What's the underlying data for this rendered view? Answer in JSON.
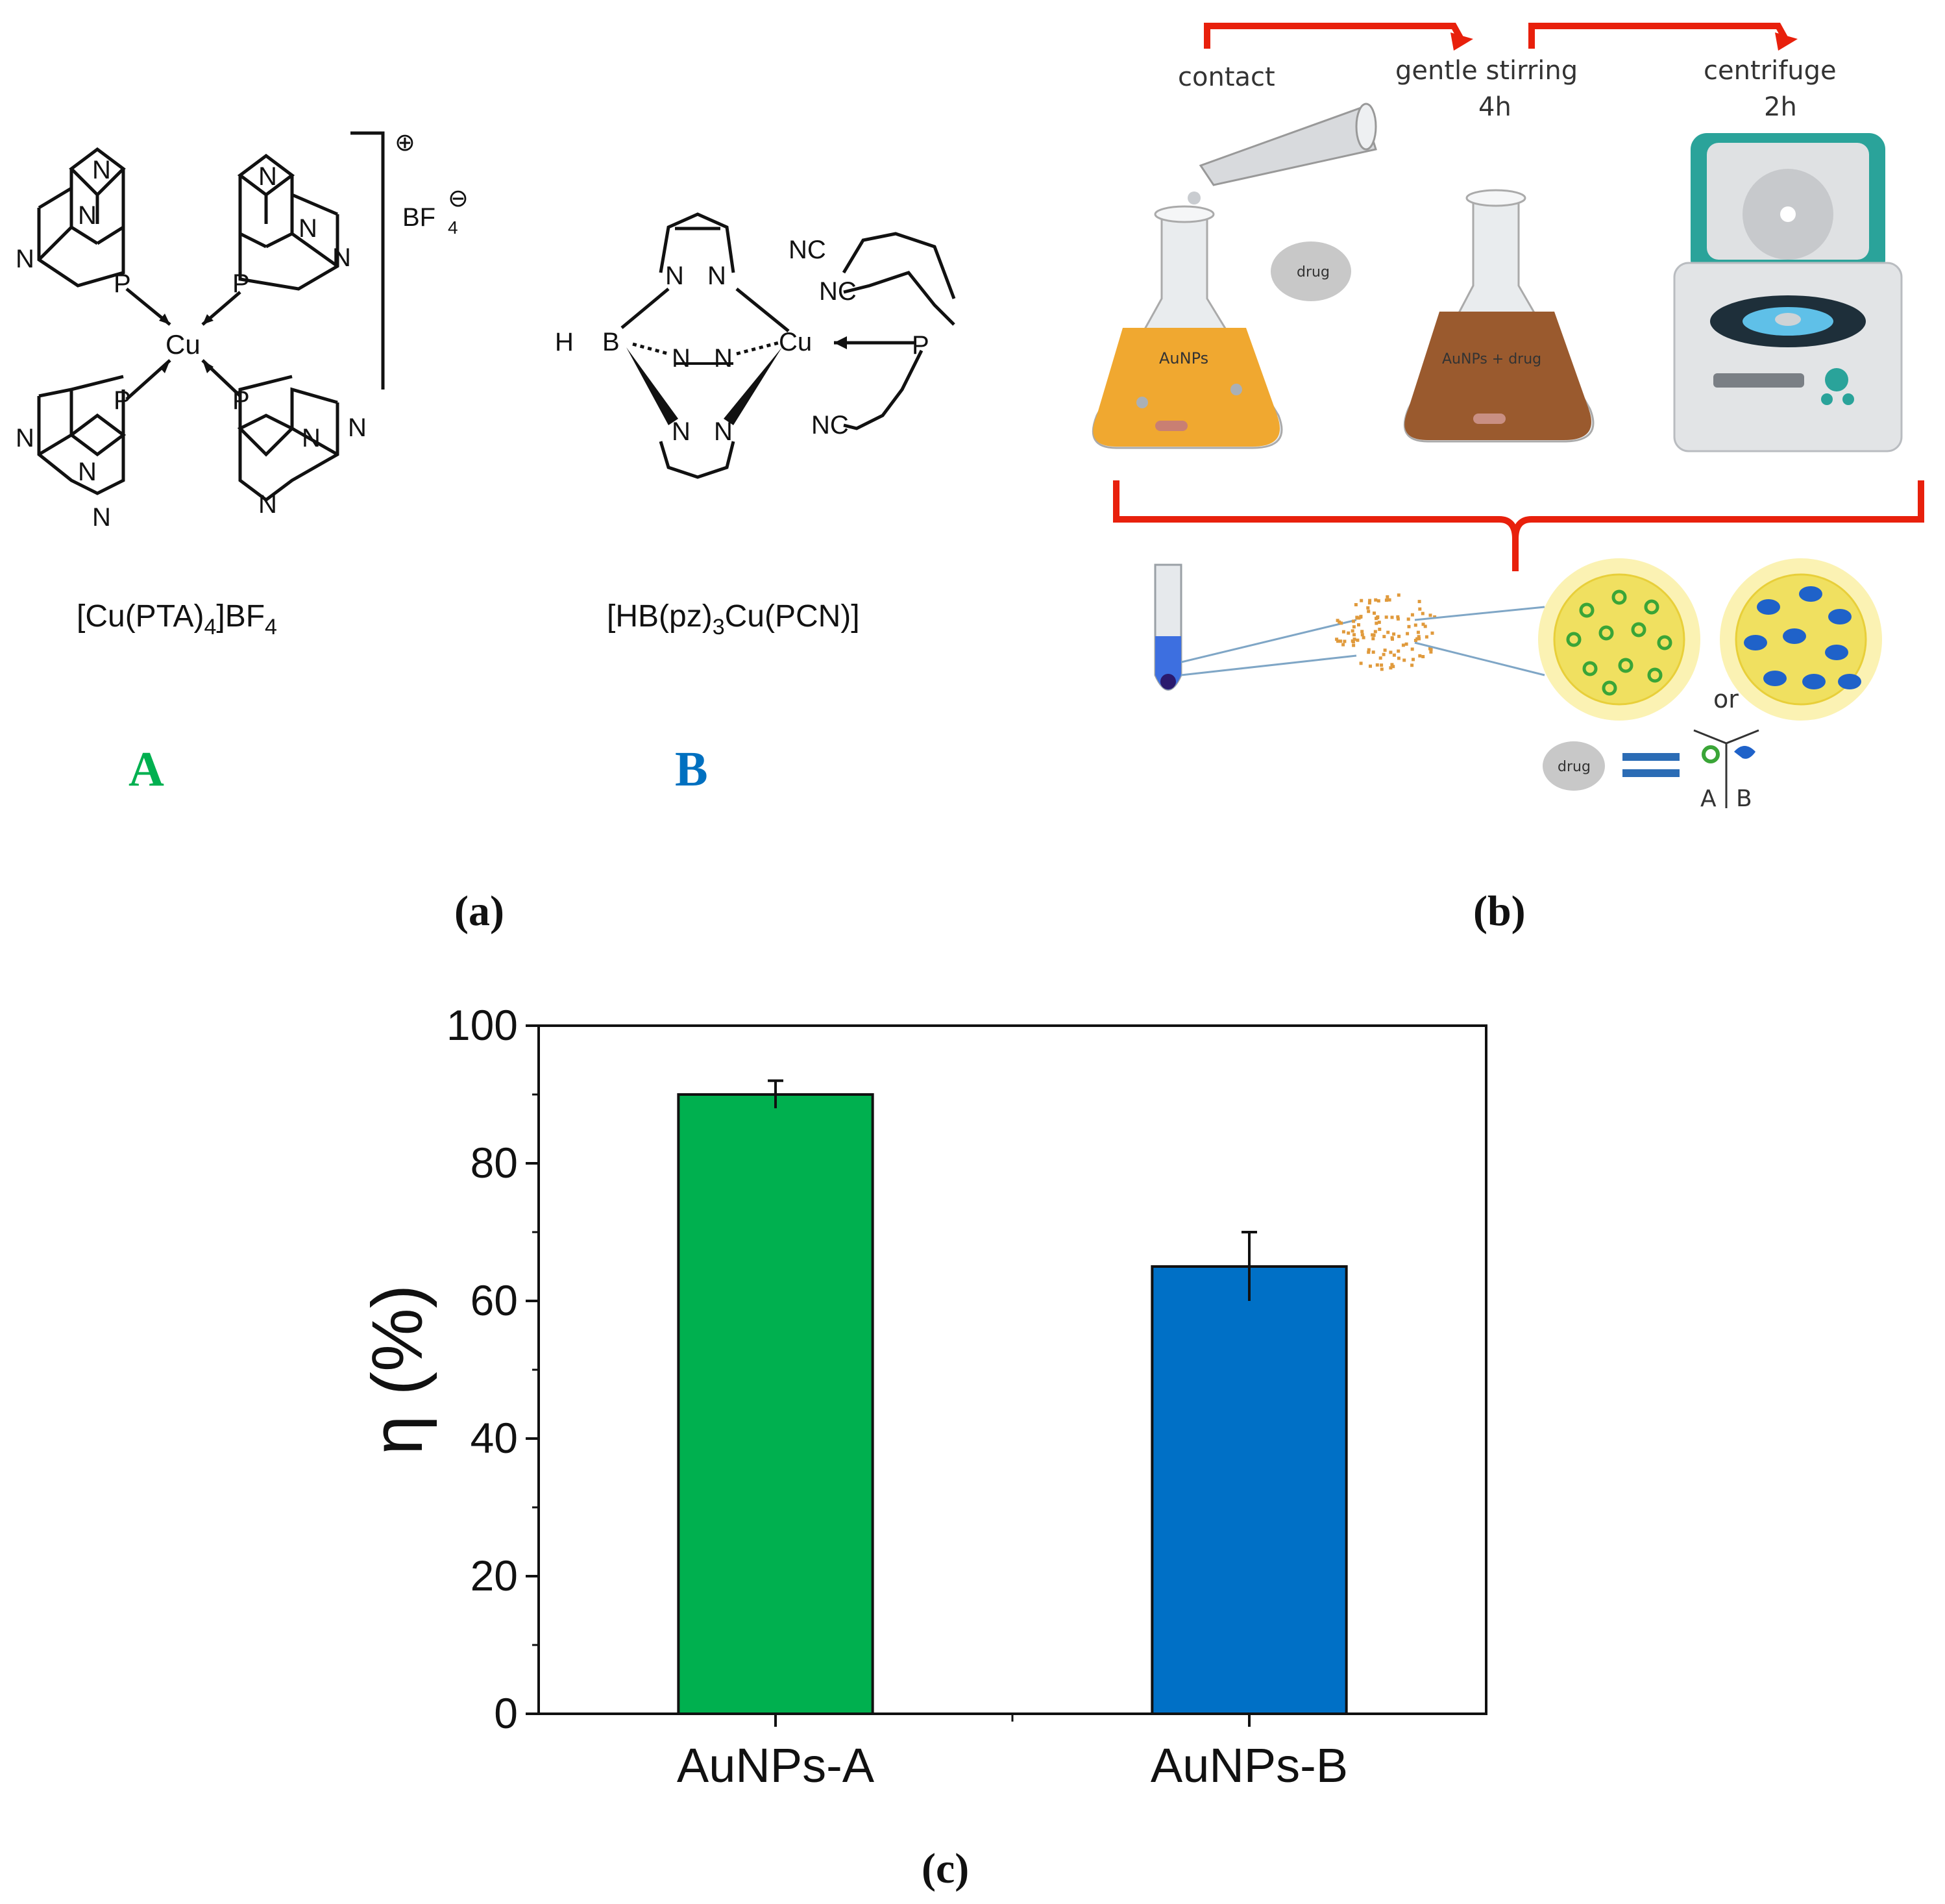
{
  "panel_a": {
    "label": "(a)",
    "complex_a": {
      "formula_main": "[Cu(PTA)",
      "formula_sub": "4",
      "formula_tail": "]BF",
      "formula_sub2": "4",
      "letter": "A",
      "counterion": "BF",
      "counterion_sub": "4",
      "metal": "Cu",
      "atoms": {
        "n": "N",
        "p": "P"
      },
      "charges": {
        "plus": "⊕",
        "minus": "⊖"
      }
    },
    "complex_b": {
      "formula_main": "[HB(pz)",
      "formula_sub": "3",
      "formula_tail": "Cu(PCN)]",
      "letter": "B",
      "metal": "Cu",
      "hb": "H",
      "b": "B",
      "nc": "NC",
      "p": "P",
      "n": "N"
    },
    "colors": {
      "letter_a": "#00b050",
      "letter_b": "#0070c0"
    }
  },
  "panel_b": {
    "label": "(b)",
    "steps": [
      {
        "text": "contact"
      },
      {
        "text": "gentle stirring",
        "time": "4h"
      },
      {
        "text": "centrifuge",
        "time": "2h"
      }
    ],
    "flask1_label": "AuNPs",
    "flask2_label": "AuNPs + drug",
    "drug_label": "drug",
    "legend_drug": "drug",
    "legend_or": "or",
    "legend_a": "A",
    "legend_b": "B",
    "arrow_color": "#e8200c"
  },
  "panel_c": {
    "label": "(c)"
  },
  "chart_data": {
    "type": "bar",
    "categories": [
      "AuNPs-A",
      "AuNPs-B"
    ],
    "values": [
      90,
      65
    ],
    "errors": [
      2,
      5
    ],
    "colors": [
      "#00b04f",
      "#0070c6"
    ],
    "ylabel": "η (%)",
    "ylim": [
      0,
      100
    ],
    "yticks": [
      0,
      20,
      40,
      60,
      80,
      100
    ],
    "grid": false
  }
}
